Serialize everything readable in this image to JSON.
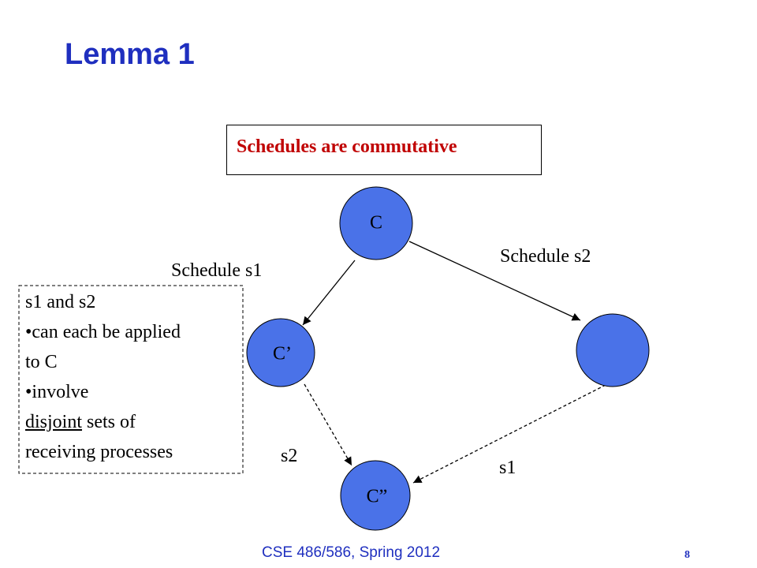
{
  "slide": {
    "title": "Lemma 1",
    "callout": "Schedules are commutative",
    "footer": "CSE 486/586, Spring 2012",
    "page_number": "8"
  },
  "nodes": [
    {
      "id": "C",
      "label": "C"
    },
    {
      "id": "C1",
      "label": "C’"
    },
    {
      "id": "R",
      "label": ""
    },
    {
      "id": "C2",
      "label": "C”"
    }
  ],
  "edges": [
    {
      "from": "C",
      "to": "C1",
      "style": "solid",
      "label": "Schedule s1"
    },
    {
      "from": "C",
      "to": "R",
      "style": "solid",
      "label": "Schedule s2"
    },
    {
      "from": "C1",
      "to": "C2",
      "style": "dashed",
      "label": "s2"
    },
    {
      "from": "R",
      "to": "C2",
      "style": "dashed",
      "label": "s1"
    }
  ],
  "note": {
    "line1": "s1 and s2",
    "line2": "•can each be applied",
    "line3": "to C",
    "line4": "•involve",
    "line5_underlined": "disjoint",
    "line5_rest": " sets of",
    "line6": "receiving processes"
  },
  "colors": {
    "title": "#1f2fbf",
    "callout_text": "#c00000",
    "node_fill": "#4a72e8",
    "edge": "#000000"
  }
}
